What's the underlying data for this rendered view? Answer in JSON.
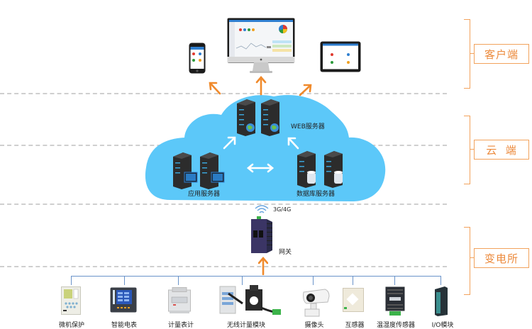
{
  "tiers": {
    "client": "客户端",
    "cloud": "云  端",
    "substation": "变电所"
  },
  "cloud": {
    "web_server_label": "WEB服务器",
    "app_server_label": "应用服务器",
    "db_server_label": "数据库服务器"
  },
  "gateway": {
    "network_label": "3G/4G",
    "gateway_label": "网关"
  },
  "devices": [
    {
      "label": "微机保护",
      "icon": "protection-relay-icon"
    },
    {
      "label": "智能电表",
      "icon": "smart-meter-icon"
    },
    {
      "label": "计量表计",
      "icon": "din-meter-icon"
    },
    {
      "label": "无线计量模块",
      "icon": "wireless-meter-module-icon"
    },
    {
      "label": "摄像头",
      "icon": "camera-icon"
    },
    {
      "label": "互感器",
      "icon": "current-transformer-icon"
    },
    {
      "label": "温湿度传感器",
      "icon": "temp-humidity-sensor-icon"
    },
    {
      "label": "I/O模块",
      "icon": "io-module-icon"
    }
  ],
  "colors": {
    "accent_orange": "#f08a2c",
    "cloud_blue": "#5cc8f9",
    "bus_blue": "#6a93c9",
    "tier_text": "#ec8a3c"
  }
}
